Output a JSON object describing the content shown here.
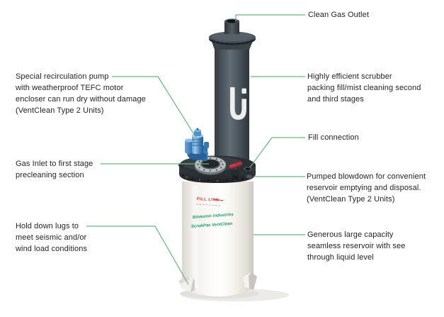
{
  "diagram_type": "product-callout-diagram",
  "subject": "packed tower vent gas scrubber unit",
  "colors": {
    "leader_line": "#6cb47e",
    "label_text": "#262323",
    "fill_line_red": "#d5232e",
    "brand_green": "#1f9e63",
    "pump_blue": "#4e93cc",
    "valve_red": "#c62b31"
  },
  "labels": {
    "clean_gas_outlet": "Clean Gas Outlet",
    "scrubber_packing": "Highly efficient scrubber\npacking fill/mist cleaning second\nand third stages",
    "fill_connection": "Fill connection",
    "pumped_blowdown": "Pumped blowdown for convenient\nreservoir emptying and disposal.\n(VentClean Type 2 Units)",
    "reservoir": "Generous large capacity\nseamless reservoir with see\nthrough liquid level",
    "recirculation_pump": "Special recirculation pump\nwith weatherproof TEFC motor\nencloser can run dry without damage\n(VentClean Type 2 Units)",
    "gas_inlet": "Gas Inlet to first stage\nprecleaning section",
    "hold_down_lugs": "Hold down lugs to\nmeet seismic and/or\nwind load conditions"
  },
  "equipment_markings": {
    "fill_line": "FILL LINE",
    "brand_line1": "Bionomic Industries",
    "brand_line2": "ScrubPac VentClean"
  }
}
